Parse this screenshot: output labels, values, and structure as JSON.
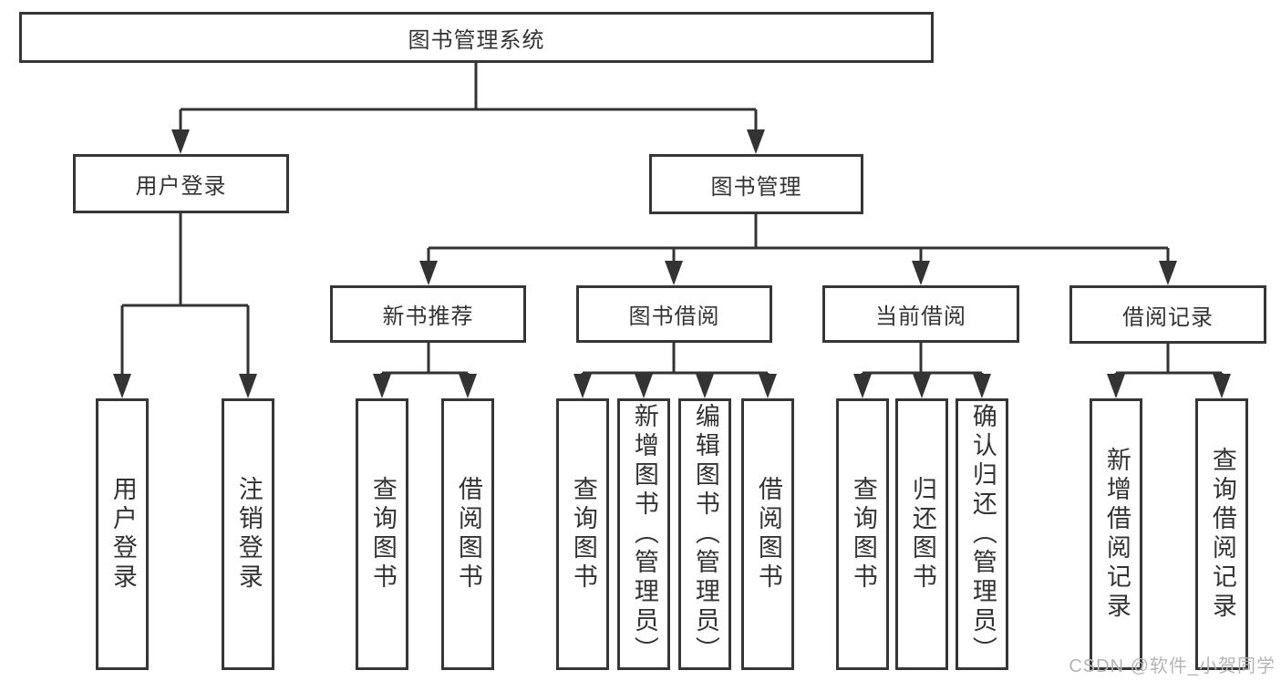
{
  "tree": {
    "label": "图书管理系统",
    "children": [
      {
        "label": "用户登录",
        "children": [
          {
            "label": "用户登录"
          },
          {
            "label": "注销登录"
          }
        ]
      },
      {
        "label": "图书管理",
        "children": [
          {
            "label": "新书推荐",
            "children": [
              {
                "label": "查询图书"
              },
              {
                "label": "借阅图书"
              }
            ]
          },
          {
            "label": "图书借阅",
            "children": [
              {
                "label": "查询图书"
              },
              {
                "label": "新增图书（管理员）"
              },
              {
                "label": "编辑图书（管理员）"
              },
              {
                "label": "借阅图书"
              }
            ]
          },
          {
            "label": "当前借阅",
            "children": [
              {
                "label": "查询图书"
              },
              {
                "label": "归还图书"
              },
              {
                "label": "确认归还（管理员）"
              }
            ]
          },
          {
            "label": "借阅记录",
            "children": [
              {
                "label": "新增借阅记录"
              },
              {
                "label": "查询借阅记录"
              }
            ]
          }
        ]
      }
    ]
  },
  "watermark": "CSDN @软件_小贺同学",
  "colors": {
    "line": "#333333",
    "box_border": "#363636",
    "text": "#333333",
    "watermark": "#b5b5b5",
    "background": "#ffffff"
  }
}
